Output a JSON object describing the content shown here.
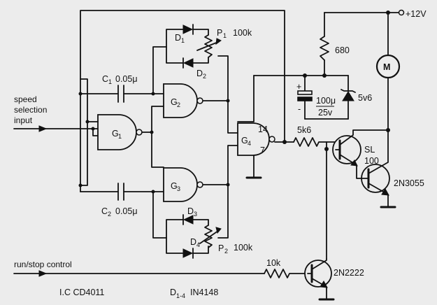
{
  "inputs": {
    "speed_line1": "speed",
    "speed_line2": "selection",
    "speed_line3": "input",
    "run_stop": "run/stop control"
  },
  "supply": "+12V",
  "gates": {
    "g1": "G",
    "g1_sub": "1",
    "g2": "G",
    "g2_sub": "2",
    "g3": "G",
    "g3_sub": "3",
    "g4": "G",
    "g4_sub": "4"
  },
  "pins": {
    "p14": "14",
    "p7": "7"
  },
  "components": {
    "c1": "C",
    "c1_sub": "1",
    "c1_val": "0.05μ",
    "c2": "C",
    "c2_sub": "2",
    "c2_val": "0.05μ",
    "d1": "D",
    "d1_sub": "1",
    "d2": "D",
    "d2_sub": "2",
    "d3": "D",
    "d3_sub": "3",
    "d4": "D",
    "d4_sub": "4",
    "p1": "P",
    "p1_sub": "1",
    "p1_val": "100k",
    "p2": "P",
    "p2_sub": "2",
    "p2_val": "100k",
    "r680": "680",
    "cap_top": "100μ",
    "cap_bot": "25v",
    "zener": "5v6",
    "r5k6": "5k6",
    "r10k": "10k",
    "sl100_a": "SL",
    "sl100_b": "100",
    "q_2n3055": "2N3055",
    "q_2n2222": "2N2222",
    "motor": "M",
    "plus": "+",
    "minus": "-"
  },
  "notes": {
    "ic": "I.C  CD4011",
    "diodes_prefix": "D",
    "diodes_sub": "1-4",
    "diodes_val": "IN4148"
  }
}
